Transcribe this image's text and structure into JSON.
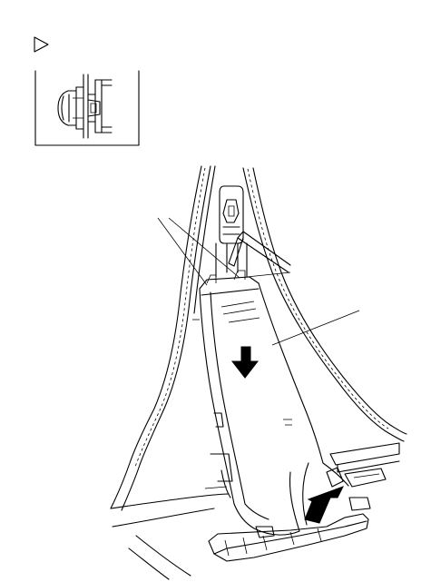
{
  "diagram": {
    "background": "#ffffff",
    "line_color": "#000000",
    "icons": [
      "triangle-marker-icon",
      "clip-detail-inset",
      "pillar-trim-illustration",
      "removal-direction-arrow",
      "lift-direction-arrow"
    ]
  }
}
